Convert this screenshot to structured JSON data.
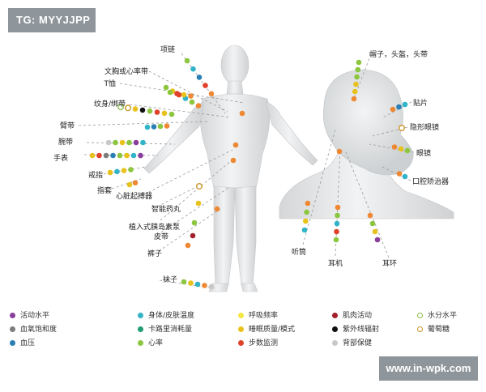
{
  "badges": {
    "top_left": "TG: MYYJJPP",
    "bottom_right": "www.in-wpk.com"
  },
  "body_labels": {
    "necklace": "项链",
    "chest_strap": "文胸或心率带",
    "tshirt": "T恤",
    "tattoo": "纹身/绑带",
    "arm_band": "臂带",
    "wristband": "腕带",
    "watch": "手表",
    "ring": "戒指",
    "glove": "指套",
    "pacemaker": "心脏起搏器",
    "smart_pill": "智能药丸",
    "insulin_pump": "植入式胰岛素泵",
    "belt": "皮带",
    "pants": "裤子",
    "socks": "袜子"
  },
  "head_labels": {
    "hat": "帽子，头盔，头带",
    "patch": "贴片",
    "contact_lens": "隐形眼镜",
    "glasses": "眼镜",
    "mouthguard": "口腔矫治器",
    "hearing_aid": "听筒",
    "earphone": "耳机",
    "earring": "耳环"
  },
  "legend": [
    {
      "label": "活动水平",
      "color": "#8a3e9c",
      "style": "fill"
    },
    {
      "label": "血氧饱和度",
      "color": "#7d7d7d",
      "style": "fill"
    },
    {
      "label": "血压",
      "color": "#2a7fb4",
      "style": "fill"
    },
    {
      "label": "身体/皮肤温度",
      "color": "#32b4c8",
      "style": "fill"
    },
    {
      "label": "卡路里消耗量",
      "color": "#1f9e76",
      "style": "fill"
    },
    {
      "label": "心率",
      "color": "#8cc63f",
      "style": "fill"
    },
    {
      "label": "呼吸频率",
      "color": "#f4e742",
      "style": "fill"
    },
    {
      "label": "睡眠质量/模式",
      "color": "#e8c21c",
      "style": "fill"
    },
    {
      "label": "步数监测",
      "color": "#e0412b",
      "style": "fill"
    },
    {
      "label": "肌肉活动",
      "color": "#a3202a",
      "style": "fill"
    },
    {
      "label": "紫外线辐射",
      "color": "#111111",
      "style": "fill"
    },
    {
      "label": "背部保健",
      "color": "#c8c8c8",
      "style": "fill"
    },
    {
      "label": "水分水平",
      "color": "#8cbd4a",
      "style": "ring"
    },
    {
      "label": "葡萄糖",
      "color": "#c9962b",
      "style": "ring"
    }
  ],
  "colors": {
    "anchor": "#ee8833",
    "activity": "#8a3e9c",
    "spo2": "#7d7d7d",
    "bp": "#2a7fb4",
    "temp": "#32b4c8",
    "calories": "#1f9e76",
    "heart": "#8cc63f",
    "resp": "#f4e742",
    "sleep": "#e8c21c",
    "steps": "#e0412b",
    "muscle": "#a3202a",
    "uv": "#111111",
    "back": "#c8c8c8",
    "hydration": "#8cbd4a",
    "glucose": "#c9962b"
  }
}
